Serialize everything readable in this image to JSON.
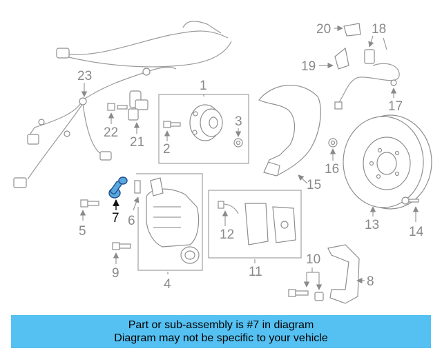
{
  "diagram": {
    "part_numbers": [
      "1",
      "2",
      "3",
      "4",
      "5",
      "6",
      "7",
      "8",
      "9",
      "10",
      "11",
      "12",
      "13",
      "14",
      "15",
      "16",
      "17",
      "18",
      "19",
      "20",
      "21",
      "22",
      "23"
    ],
    "highlighted_part": "7",
    "highlight_color": "#5aa7e0",
    "label_color": "#8a8a8a"
  },
  "banner": {
    "line1": "Part or sub-assembly is #7 in diagram",
    "line2": "Diagram may not be specific to your vehicle",
    "background": "#55c1f2"
  }
}
